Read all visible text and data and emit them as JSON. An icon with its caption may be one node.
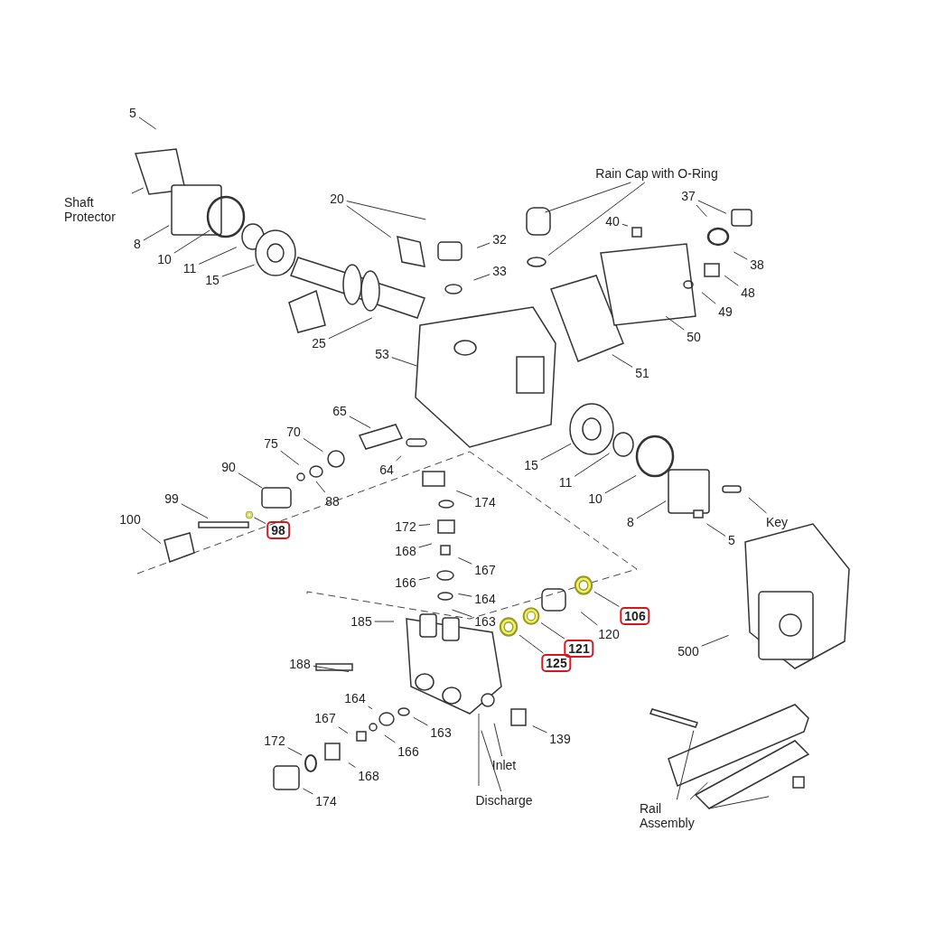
{
  "diagram": {
    "nodes": [
      {
        "text": [
          "5"
        ]
      },
      {
        "text": [
          "Shaft Protector"
        ]
      },
      {
        "text": [
          "8"
        ]
      },
      {
        "text": [
          "10"
        ]
      },
      {
        "text": [
          "11"
        ]
      },
      {
        "text": [
          "15"
        ]
      },
      {
        "text": [
          "20"
        ]
      },
      {
        "text": [
          "Rain Cap with O-Ring"
        ]
      },
      {
        "text": [
          "32"
        ]
      },
      {
        "text": [
          "33"
        ]
      },
      {
        "text": [
          "40"
        ]
      },
      {
        "text": [
          "37"
        ]
      },
      {
        "text": [
          "38"
        ]
      },
      {
        "text": [
          "48"
        ]
      },
      {
        "text": [
          "49"
        ]
      },
      {
        "text": [
          "25"
        ]
      },
      {
        "text": [
          "50"
        ]
      },
      {
        "text": [
          "53"
        ]
      },
      {
        "text": [
          "51"
        ]
      },
      {
        "text": [
          "65"
        ]
      },
      {
        "text": [
          "70"
        ]
      },
      {
        "text": [
          "75"
        ]
      },
      {
        "text": [
          "90"
        ]
      },
      {
        "text": [
          "64"
        ]
      },
      {
        "text": [
          "15"
        ]
      },
      {
        "text": [
          "11"
        ]
      },
      {
        "text": [
          "10"
        ]
      },
      {
        "text": [
          "88"
        ]
      },
      {
        "text": [
          "99"
        ]
      },
      {
        "text": [
          "174"
        ]
      },
      {
        "text": [
          "98"
        ]
      },
      {
        "text": [],
        "shape": "circle"
      },
      {
        "text": [
          "8"
        ]
      },
      {
        "text": [
          "Key"
        ]
      },
      {
        "text": [
          "100"
        ]
      },
      {
        "text": [
          "172"
        ]
      },
      {
        "text": [
          "5"
        ]
      },
      {
        "text": [
          "168"
        ]
      },
      {
        "text": [
          "167"
        ]
      },
      {
        "text": [
          "166"
        ]
      },
      {
        "text": [],
        "shape": "circle"
      },
      {
        "text": [
          "164"
        ]
      },
      {
        "text": [],
        "shape": "circle"
      },
      {
        "text": [
          "106"
        ]
      },
      {
        "text": [
          "163"
        ]
      },
      {
        "text": [
          "185"
        ]
      },
      {
        "text": [],
        "shape": "circle"
      },
      {
        "text": [
          "120"
        ]
      },
      {
        "text": [
          "121"
        ]
      },
      {
        "text": [
          "500"
        ]
      },
      {
        "text": [
          "125"
        ]
      },
      {
        "text": [
          "188"
        ]
      },
      {
        "text": [
          "164"
        ]
      },
      {
        "text": [
          "167"
        ]
      },
      {
        "text": [
          "163"
        ]
      },
      {
        "text": [
          "139"
        ]
      },
      {
        "text": [
          "172"
        ]
      },
      {
        "text": [
          "166"
        ]
      },
      {
        "text": [
          "Inlet"
        ]
      },
      {
        "text": [
          "168"
        ]
      },
      {
        "text": [
          "174"
        ]
      },
      {
        "text": [
          "Discharge"
        ]
      },
      {
        "text": [
          "Rail Assembly"
        ]
      }
    ],
    "edges": [
      {
        "from": 0,
        "to": null,
        "arrow": "none"
      },
      {
        "from": 1,
        "to": null,
        "arrow": "none"
      },
      {
        "from": 2,
        "to": null,
        "arrow": "none"
      },
      {
        "from": 3,
        "to": null,
        "arrow": "none"
      },
      {
        "from": 4,
        "to": null,
        "arrow": "none"
      },
      {
        "from": 5,
        "to": null,
        "arrow": "none"
      },
      {
        "from": 6,
        "to": null,
        "arrow": "none"
      },
      {
        "from": 6,
        "to": null,
        "arrow": "none"
      },
      {
        "from": 7,
        "to": null,
        "arrow": "none"
      },
      {
        "from": 7,
        "to": null,
        "arrow": "none"
      },
      {
        "from": 8,
        "to": null,
        "arrow": "none"
      },
      {
        "from": 9,
        "to": null,
        "arrow": "none"
      },
      {
        "from": 10,
        "to": null,
        "arrow": "none"
      },
      {
        "from": 11,
        "to": null,
        "arrow": "none"
      },
      {
        "from": 11,
        "to": null,
        "arrow": "none"
      },
      {
        "from": 12,
        "to": null,
        "arrow": "none"
      },
      {
        "from": 13,
        "to": null,
        "arrow": "none"
      },
      {
        "from": 14,
        "to": null,
        "arrow": "none"
      },
      {
        "from": 15,
        "to": null,
        "arrow": "none"
      },
      {
        "from": 16,
        "to": null,
        "arrow": "none"
      },
      {
        "from": 17,
        "to": null,
        "arrow": "none"
      },
      {
        "from": 18,
        "to": null,
        "arrow": "none"
      },
      {
        "from": 19,
        "to": null,
        "arrow": "none"
      },
      {
        "from": 20,
        "to": null,
        "arrow": "none"
      },
      {
        "from": 21,
        "to": null,
        "arrow": "none"
      },
      {
        "from": 22,
        "to": null,
        "arrow": "none"
      },
      {
        "from": 23,
        "to": null,
        "arrow": "none"
      },
      {
        "from": 24,
        "to": null,
        "arrow": "none"
      },
      {
        "from": 25,
        "to": null,
        "arrow": "none"
      },
      {
        "from": 26,
        "to": null,
        "arrow": "none"
      },
      {
        "from": 27,
        "to": null,
        "arrow": "none"
      },
      {
        "from": 28,
        "to": null,
        "arrow": "none"
      },
      {
        "from": 29,
        "to": null,
        "arrow": "none"
      },
      {
        "from": 30,
        "to": 31,
        "arrow": "none"
      },
      {
        "from": 32,
        "to": null,
        "arrow": "none"
      },
      {
        "from": 33,
        "to": null,
        "arrow": "none"
      },
      {
        "from": 34,
        "to": null,
        "arrow": "none"
      },
      {
        "from": 35,
        "to": null,
        "arrow": "none"
      },
      {
        "from": 36,
        "to": null,
        "arrow": "none"
      },
      {
        "from": 37,
        "to": null,
        "arrow": "none"
      },
      {
        "from": 38,
        "to": null,
        "arrow": "none"
      },
      {
        "from": 39,
        "to": null,
        "arrow": "none"
      },
      {
        "from": 41,
        "to": null,
        "arrow": "none"
      },
      {
        "from": 43,
        "to": 40,
        "arrow": "none"
      },
      {
        "from": 44,
        "to": null,
        "arrow": "none"
      },
      {
        "from": 45,
        "to": null,
        "arrow": "none"
      },
      {
        "from": 47,
        "to": null,
        "arrow": "none"
      },
      {
        "from": 48,
        "to": 42,
        "arrow": "none"
      },
      {
        "from": 49,
        "to": null,
        "arrow": "none"
      },
      {
        "from": 50,
        "to": 46,
        "arrow": "none"
      },
      {
        "from": 51,
        "to": null,
        "arrow": "none"
      },
      {
        "from": 52,
        "to": null,
        "arrow": "none"
      },
      {
        "from": 53,
        "to": null,
        "arrow": "none"
      },
      {
        "from": 54,
        "to": null,
        "arrow": "none"
      },
      {
        "from": 55,
        "to": null,
        "arrow": "none"
      },
      {
        "from": 56,
        "to": null,
        "arrow": "none"
      },
      {
        "from": 57,
        "to": null,
        "arrow": "none"
      },
      {
        "from": 58,
        "to": null,
        "arrow": "none"
      },
      {
        "from": 59,
        "to": null,
        "arrow": "none"
      },
      {
        "from": 60,
        "to": null,
        "arrow": "none"
      },
      {
        "from": 61,
        "to": null,
        "arrow": "none"
      },
      {
        "from": 62,
        "to": null,
        "arrow": "none"
      },
      {
        "from": 62,
        "to": null,
        "arrow": "none"
      },
      {
        "from": 62,
        "to": null,
        "arrow": "none"
      }
    ]
  }
}
